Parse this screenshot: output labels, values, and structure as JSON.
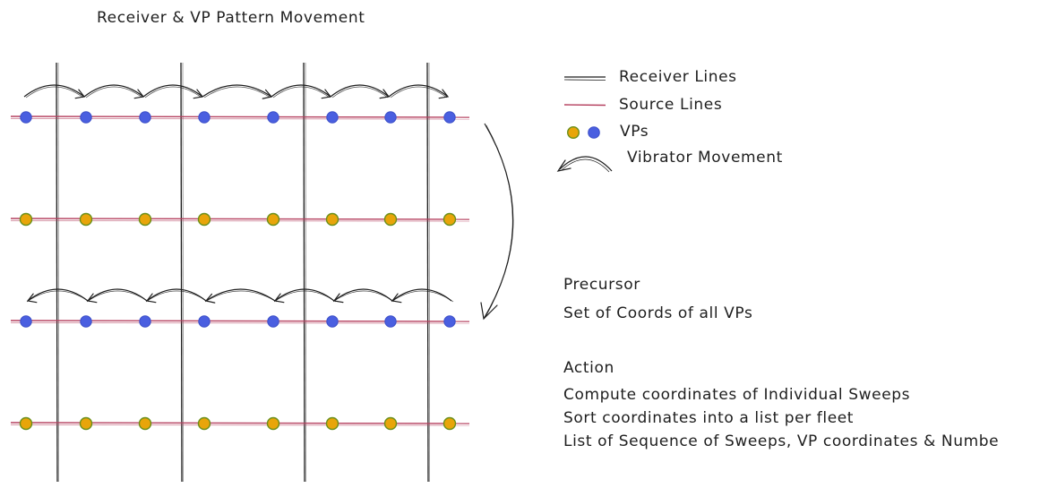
{
  "title": "Receiver & VP Pattern Movement",
  "legend": {
    "receiver_label": "Receiver Lines",
    "source_label": "Source Lines",
    "vp_label": "VPs",
    "movement_label": "Vibrator Movement"
  },
  "precursor": {
    "heading": "Precursor",
    "items": [
      "Set of Coords of all VPs"
    ]
  },
  "action": {
    "heading": "Action",
    "items": [
      "Compute coordinates of Individual Sweeps",
      "Sort coordinates into a list per fleet",
      "List of Sequence of Sweeps, VP coordinates & Numbe"
    ]
  },
  "colors": {
    "stroke": "#1e1e1e",
    "source_line": "#b5405f",
    "vp_blue": "#4a5fe0",
    "vp_orange": "#e8a50a",
    "vp_orange_edge": "#6a8f1a"
  },
  "diagram": {
    "receiver_line_count": 4,
    "source_line_count": 4,
    "vps_per_line": 8,
    "source_line_vp_colors": [
      "blue",
      "orange",
      "blue",
      "orange"
    ],
    "movement_rows": [
      {
        "source_line": 1,
        "direction": "right",
        "arrows": 7
      },
      {
        "source_line": 3,
        "direction": "left",
        "arrows": 7
      }
    ],
    "transition_arrow": {
      "from_source_line": 1,
      "to_source_line": 3
    }
  }
}
